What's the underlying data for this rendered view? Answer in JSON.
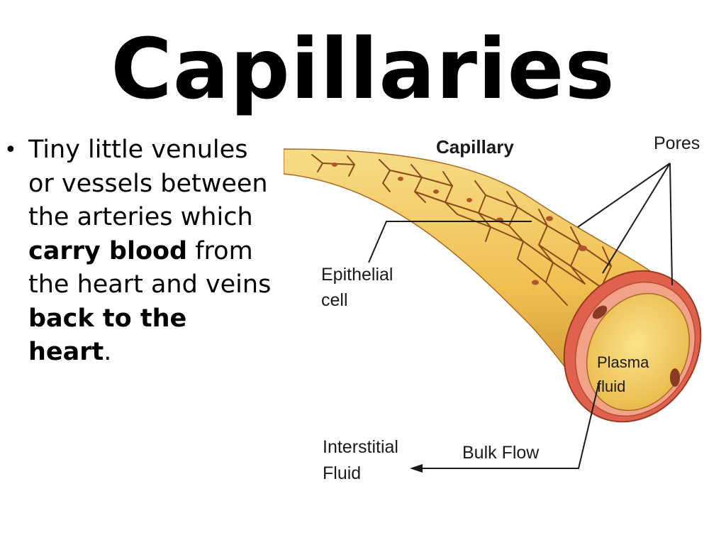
{
  "slide": {
    "title": "Capillaries"
  },
  "bullet": {
    "part1": "Tiny little venules or vessels between the arteries which ",
    "bold1": "carry blood",
    "part2": " from the heart and veins ",
    "bold2": "back to the heart",
    "part3": "."
  },
  "diagram": {
    "title": "Capillary",
    "labels": {
      "pores": "Pores",
      "epithelial_line1": "Epithelial",
      "epithelial_line2": "cell",
      "plasma_line1": "Plasma",
      "plasma_line2": "fluid",
      "interstitial_line1": "Interstitial",
      "interstitial_line2": "Fluid",
      "bulk_flow": "Bulk Flow"
    },
    "colors": {
      "wall": "#f2c65a",
      "wall_dark": "#c8892a",
      "cell_lines": "#8a4a18",
      "nucleus": "#b0552a",
      "rim_outer": "#e0624e",
      "lumen": "#f6d66a"
    }
  }
}
